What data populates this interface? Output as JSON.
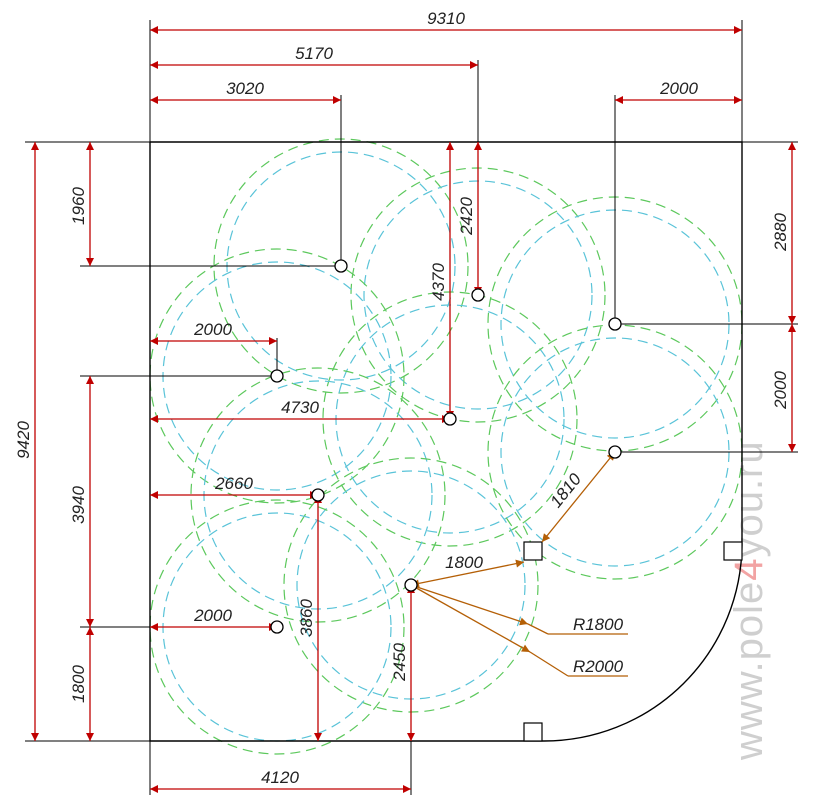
{
  "colors": {
    "dim_line": "#c00000",
    "leader": "#b45f06",
    "outline": "#000000",
    "circle_a": "#5cc85c",
    "circle_b": "#59c3d8"
  },
  "dims": {
    "total_width": "9310",
    "w5170": "5170",
    "w3020": "3020",
    "w2000_top": "2000",
    "h1960": "1960",
    "h2420": "2420",
    "h4370": "4370",
    "h2880": "2880",
    "h2000_right": "2000",
    "total_height": "9420",
    "h3940": "3940",
    "h1800_left": "1800",
    "w2000_mid": "2000",
    "w4730": "4730",
    "w2660": "2660",
    "w2000_low": "2000",
    "h3860": "3860",
    "h2450": "2450",
    "w4120": "4120",
    "d1810": "1810",
    "d1800": "1800",
    "r1800": "R1800",
    "r2000": "R2000"
  },
  "watermark": {
    "prefix": "www.pole",
    "accent": "4",
    "suffix": "you.ru"
  }
}
